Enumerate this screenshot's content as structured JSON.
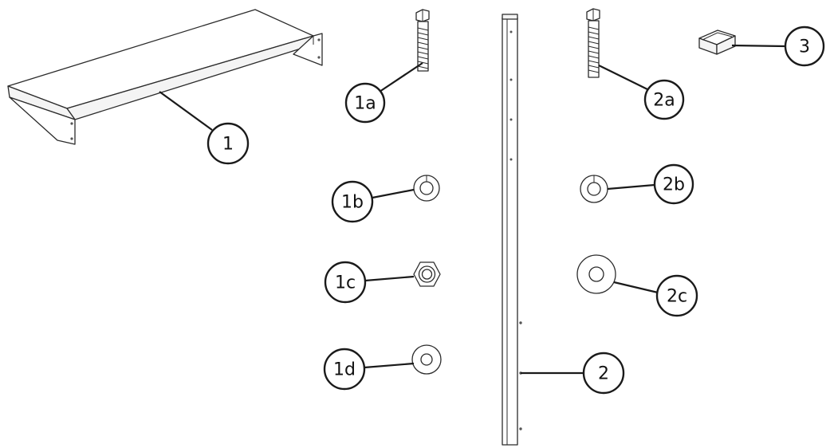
{
  "callouts": {
    "shelf": "1",
    "post": "2",
    "cap": "3",
    "bolt_1a": "1a",
    "lock_washer_1b": "1b",
    "nut_1c": "1c",
    "washer_1d": "1d",
    "bolt_2a": "2a",
    "lock_washer_2b": "2b",
    "washer_2c": "2c"
  }
}
